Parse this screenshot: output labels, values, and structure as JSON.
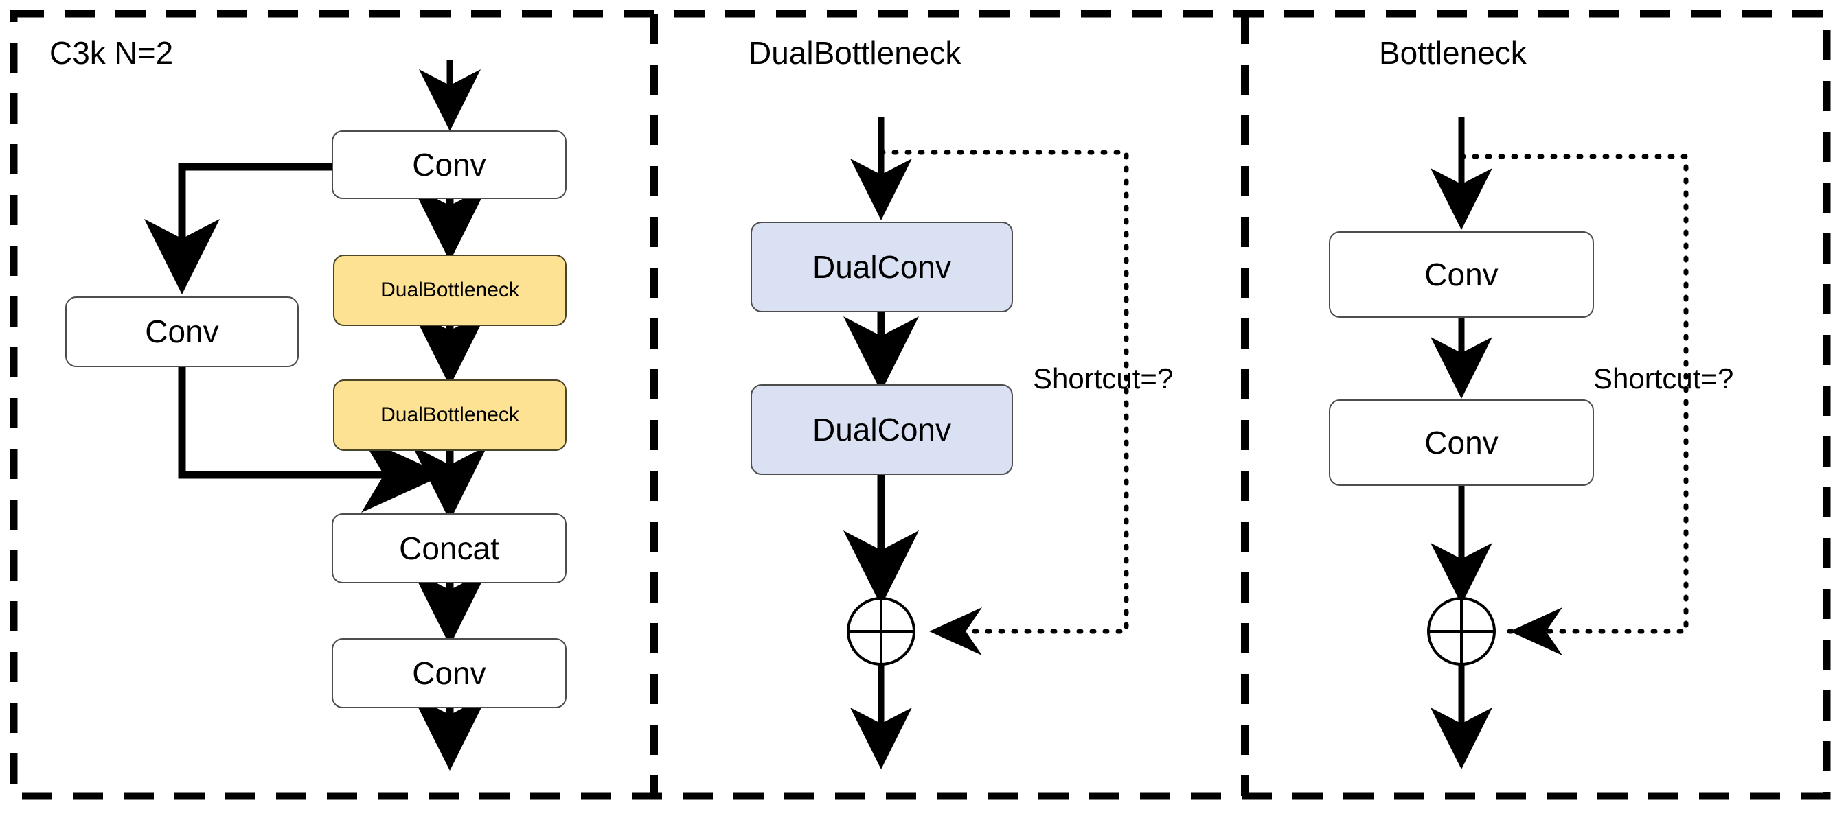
{
  "figure": {
    "title": "C3k / DualBottleneck / Bottleneck block diagram",
    "background": "#ffffff",
    "colors": {
      "yellow_block": "#fde293",
      "blue_block": "#dae1f3",
      "plain_block": "#ffffff",
      "block_border": "#4d4d4d",
      "arrow": "#000000",
      "dashed_frame": "#000000"
    }
  },
  "panels": [
    {
      "id": "panel-c3k",
      "title": "C3k N=2",
      "nodes": [
        {
          "id": "c3k-conv-top",
          "label": "Conv",
          "style": "plain"
        },
        {
          "id": "c3k-conv-left",
          "label": "Conv",
          "style": "plain"
        },
        {
          "id": "c3k-db-1",
          "label": "DualBottleneck",
          "style": "yellow"
        },
        {
          "id": "c3k-db-2",
          "label": "DualBottleneck",
          "style": "yellow"
        },
        {
          "id": "c3k-concat",
          "label": "Concat",
          "style": "plain"
        },
        {
          "id": "c3k-conv-out",
          "label": "Conv",
          "style": "plain"
        }
      ]
    },
    {
      "id": "panel-dualbottleneck",
      "title": "DualBottleneck",
      "shortcut_label": "Shortcut=?",
      "nodes": [
        {
          "id": "db-dualconv-1",
          "label": "DualConv",
          "style": "blue"
        },
        {
          "id": "db-dualconv-2",
          "label": "DualConv",
          "style": "blue"
        }
      ],
      "operator": "add-circle"
    },
    {
      "id": "panel-bottleneck",
      "title": "Bottleneck",
      "shortcut_label": "Shortcut=?",
      "nodes": [
        {
          "id": "bn-conv-1",
          "label": "Conv",
          "style": "plain"
        },
        {
          "id": "bn-conv-2",
          "label": "Conv",
          "style": "plain"
        }
      ],
      "operator": "add-circle"
    }
  ]
}
